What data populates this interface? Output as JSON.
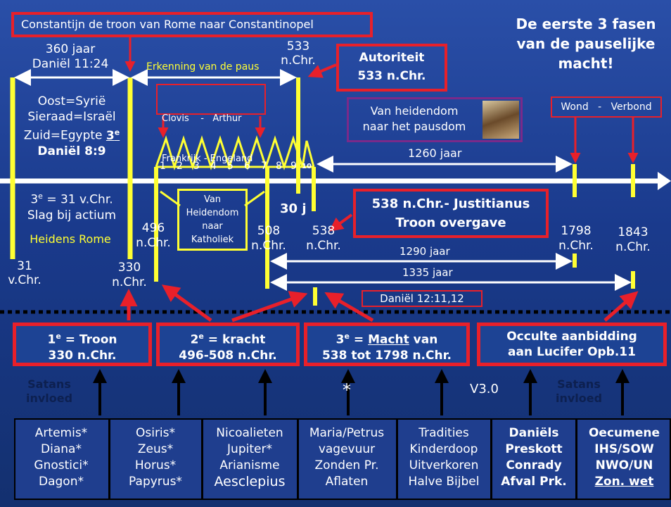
{
  "top_banner": "Constantijn de troon van Rome naar Constantinopel",
  "headline": [
    "De eerste 3 fasen",
    "van de pauselijke",
    "macht!"
  ],
  "left_block": {
    "years": "360 jaar",
    "ref": "Daniël 11:24",
    "lines": [
      "Oost=Syrië",
      "Sieraad=Israël",
      "Zuid=Egypte"
    ],
    "third": "3",
    "third_sup": "e",
    "daniel": "Daniël 8:9",
    "thirty_one": "3",
    "thirty_one_sup": "e",
    "thirty_one_rest": " = 31 v.Chr.",
    "battle": "Slag bij actium",
    "pagan_rome": "Heidens Rome",
    "start_year": "31",
    "start_era": "v.Chr."
  },
  "erkenning": "Erkenning van de paus",
  "y533": "533",
  "y533_era": "n.Chr.",
  "autoriteit": [
    "Autoriteit",
    "533 n.Chr."
  ],
  "clovis": [
    "Clovis    -   Arthur",
    "Frankrijk - Engeland"
  ],
  "heidendom_box": [
    "Van heidendom",
    "naar het pausdom"
  ],
  "wond": "Wond   -   Verbond",
  "span_1260": "1260 jaar",
  "numbers": [
    "1",
    "2",
    "3",
    "4",
    "5",
    "6",
    "7",
    "8",
    "9",
    "10"
  ],
  "van_heid": [
    "Van",
    "Heidendom",
    "naar",
    "Katholiek"
  ],
  "thirty_j": "30 j",
  "justitianus": [
    "538 n.Chr.- Justitianus",
    "Troon overgave"
  ],
  "y330": "330",
  "y496": "496",
  "y508": "508",
  "y538": "538",
  "y1798": "1798",
  "y1843": "1843",
  "era": "n.Chr.",
  "span_1290": "1290 jaar",
  "span_1335": "1335 jaar",
  "daniel_12": "Daniël 12:11,12",
  "phases": [
    {
      "p1": "1",
      "sup": "e",
      "p2": " = Troon",
      "l2": "330 n.Chr."
    },
    {
      "p1": "2",
      "sup": "e",
      "p2": " = kracht",
      "l2": "496-508 n.Chr."
    },
    {
      "p1": "3",
      "sup": "e",
      "p2": " = ",
      "u": "Macht",
      "p3": " van",
      "l2": "538 tot 1798 n.Chr."
    },
    {
      "l1": "Occulte aanbidding",
      "l2": "aan Lucifer Opb.11"
    }
  ],
  "satans": [
    "Satans",
    "invloed"
  ],
  "star": "*",
  "version": "V3.0",
  "columns": [
    [
      "Artemis*",
      "Diana*",
      "Gnostici*",
      "Dagon*"
    ],
    [
      "Osiris*",
      "Zeus*",
      "Horus*",
      "Papyrus*"
    ],
    [
      "Nicoalieten",
      "Jupiter*",
      "Arianisme",
      "Aesclepius"
    ],
    [
      "Maria/Petrus",
      "vagevuur",
      "Zonden Pr.",
      "Aflaten"
    ],
    [
      "Tradities",
      "Kinderdoop",
      "Uitverkoren",
      "Halve Bijbel"
    ],
    [
      "Daniëls",
      "Preskott",
      "Conrady",
      "Afval Prk."
    ],
    [
      "Oecumene",
      "IHS/SOW",
      "NWO/UN",
      "Zon. wet"
    ]
  ],
  "colors": {
    "red": "#e8202a",
    "yellow": "#ffff33",
    "bg": "#1a3a8c"
  }
}
